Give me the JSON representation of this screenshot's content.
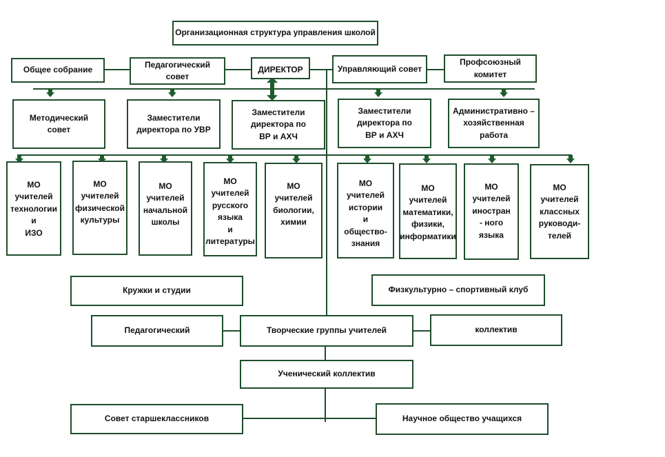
{
  "colors": {
    "stroke": "#1e4d2b",
    "arrow": "#1e5c2e"
  },
  "title": "Организационная структура управления школой",
  "governance": {
    "general_meeting": "Общее собрание",
    "ped_council": "Педагогический\nсовет",
    "director": "ДИРЕКТОР",
    "managing_council": "Управляющий совет",
    "trade_union": "Профсоюзный\nкомитет"
  },
  "second_level": {
    "methodical_council": "Методический\nсовет",
    "deputies_uvr": "Заместители\nдиректора по УВР",
    "deputies_vr_ahch_1": "Заместители\nдиректора по\nВР и АХЧ",
    "deputies_vr_ahch_2": "Заместители\nдиректора по\nВР и АХЧ",
    "admin_economic": "Административно –\nхозяйственная\nработа"
  },
  "mo_groups": [
    "МО\nучителей\nтехнологии\nи\nИЗО",
    "МО\nучителей\nфизической\nкультуры",
    "МО\nучителей\nначальной\nшколы",
    "МО\nучителей\nрусского\nязыка\nи\nлитературы",
    "МО\nучителей\nбиологии,\nхимии",
    "МО\nучителей\nистории\nи\nобщество-\nзнания",
    "МО\nучителей\nматематики,\nфизики,\nинформатики",
    "МО\nучителей\nиностран\n- ного\nязыка",
    "МО\nучителей\nклассных\nруководи-\nтелей"
  ],
  "lower": {
    "clubs": "Кружки и студии",
    "sports_club": "Физкультурно – спортивный клуб",
    "pedagogical": "Педагогический",
    "creative_groups": "Творческие группы учителей",
    "collective": "коллектив",
    "student_body": "Ученический коллектив",
    "senior_council": "Совет старшеклассников",
    "scientific_society": "Научное общество учащихся"
  }
}
